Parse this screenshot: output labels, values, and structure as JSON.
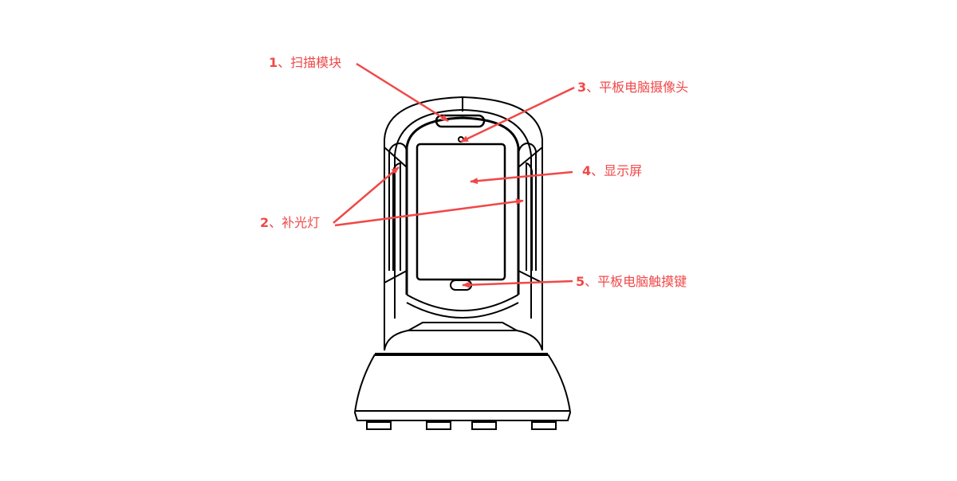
{
  "diagram": {
    "subject": "desktop scanner device with tablet",
    "annotation_color": "#f04848",
    "line_color": "#000000",
    "labels": [
      {
        "id": "scan-module",
        "number": "1",
        "separator": "、",
        "text": "扫描模块"
      },
      {
        "id": "fill-light",
        "number": "2",
        "separator": "、",
        "text": "补光灯"
      },
      {
        "id": "tablet-camera",
        "number": "3",
        "separator": "、",
        "text": "平板电脑摄像头"
      },
      {
        "id": "display-screen",
        "number": "4",
        "separator": "、",
        "text": "显示屏"
      },
      {
        "id": "tablet-touch-key",
        "number": "5",
        "separator": "、",
        "text": "平板电脑触摸键"
      }
    ]
  }
}
